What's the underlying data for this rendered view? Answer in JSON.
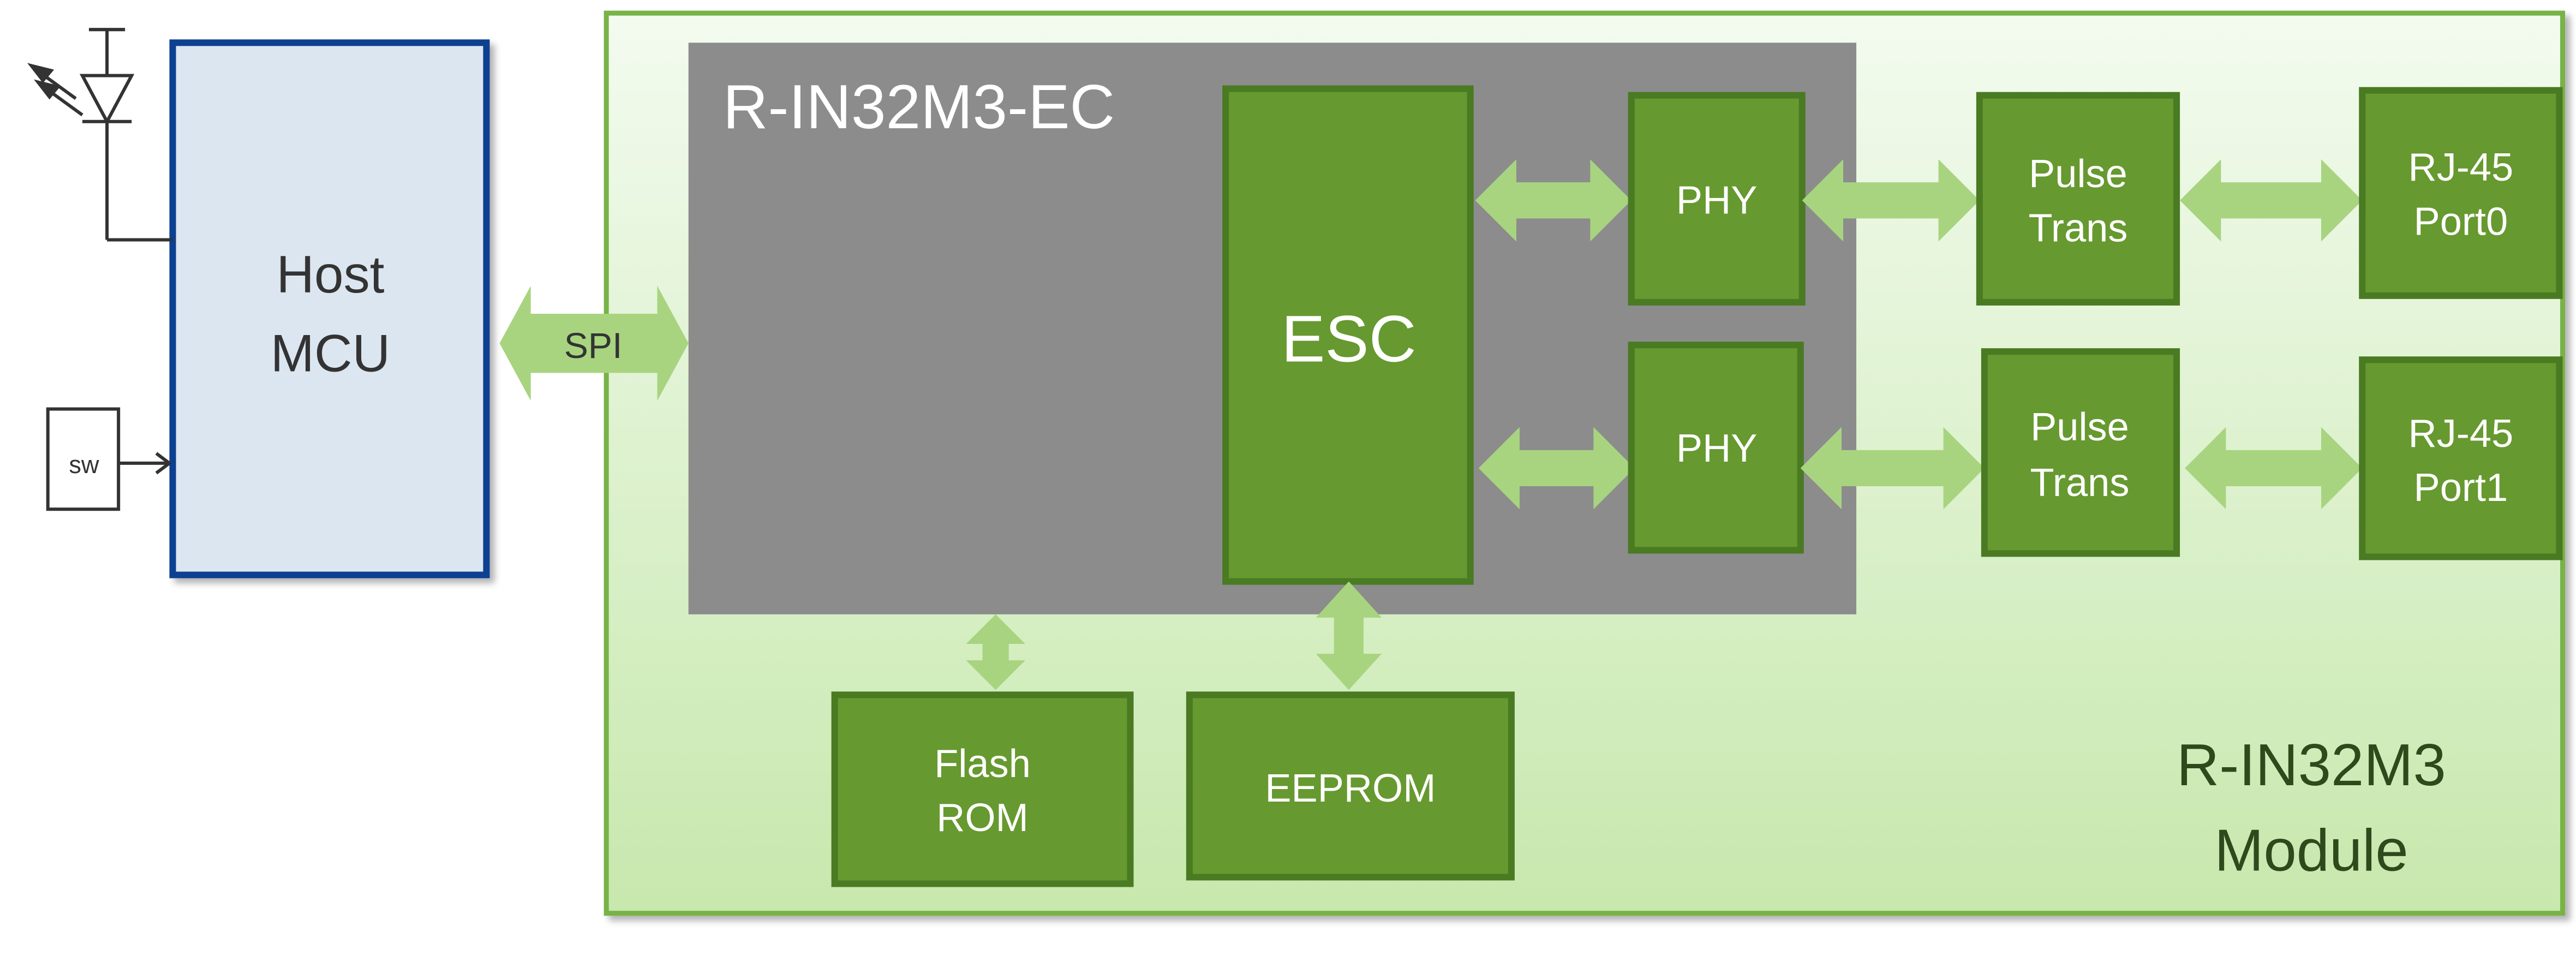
{
  "host_mcu": {
    "line1": "Host",
    "line2": "MCU"
  },
  "switch": {
    "label": "sw"
  },
  "spi": {
    "label": "SPI"
  },
  "module": {
    "line1": "R-IN32M3",
    "line2": "Module"
  },
  "chip": {
    "label": "R-IN32M3-EC"
  },
  "esc": {
    "label": "ESC"
  },
  "phy0": {
    "label": "PHY"
  },
  "phy1": {
    "label": "PHY"
  },
  "pulse0": {
    "line1": "Pulse",
    "line2": "Trans"
  },
  "pulse1": {
    "line1": "Pulse",
    "line2": "Trans"
  },
  "rj45_0": {
    "line1": "RJ-45",
    "line2": "Port0"
  },
  "rj45_1": {
    "line1": "RJ-45",
    "line2": "Port1"
  },
  "flash": {
    "line1": "Flash",
    "line2": "ROM"
  },
  "eeprom": {
    "label": "EEPROM"
  },
  "colors": {
    "host_fill": "#dce6f1",
    "host_border": "#0b3f91",
    "module_border": "#77b347",
    "chip_fill": "#8c8c8c",
    "block_fill": "#66992f",
    "block_border": "#4a7a22",
    "arrow": "#a8d480",
    "module_text": "#2e4a1c"
  }
}
